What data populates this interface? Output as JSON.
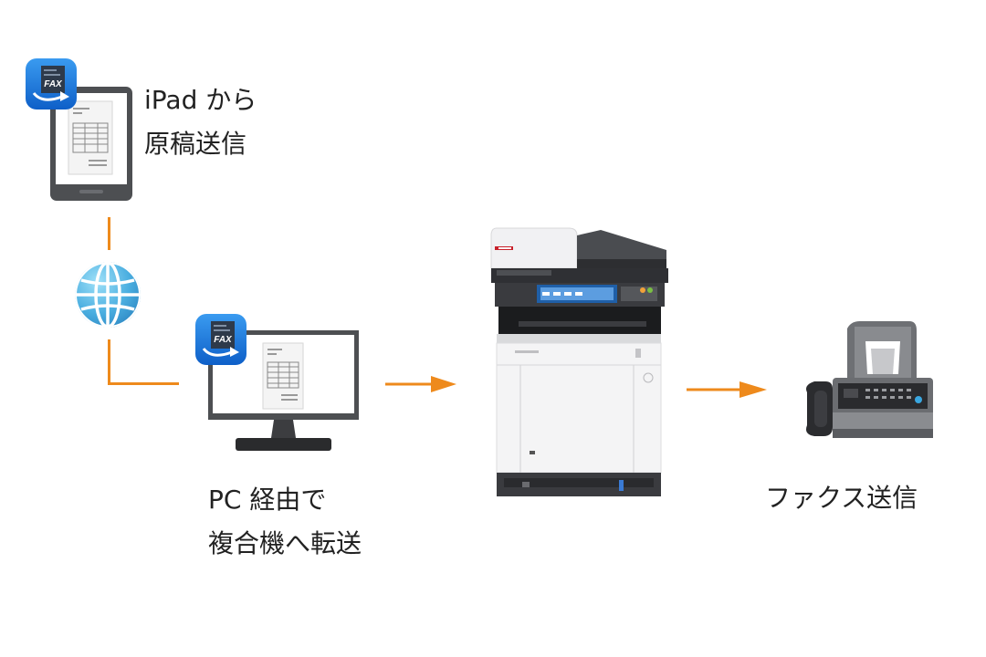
{
  "ipad": {
    "line1": "iPad から",
    "line2": "原稿送信"
  },
  "pc": {
    "line1": "PC 経由で",
    "line2": "複合機へ転送"
  },
  "fax": {
    "label": "ファクス送信"
  },
  "app_icon": {
    "text": "FAX"
  },
  "colors": {
    "accent": "#ee8a1c",
    "app_blue": "#1a73d9",
    "globe": "#4aaee0"
  }
}
